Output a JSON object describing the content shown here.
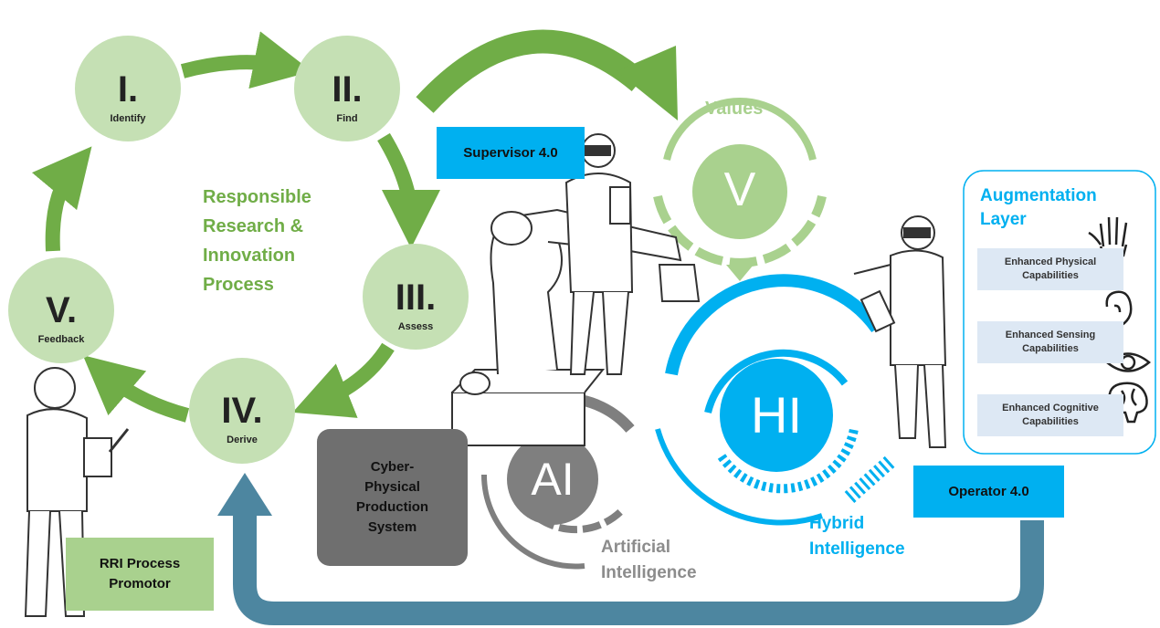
{
  "rri_steps": [
    {
      "numeral": "I.",
      "label": "Identify"
    },
    {
      "numeral": "II.",
      "label": "Find"
    },
    {
      "numeral": "III.",
      "label": "Assess"
    },
    {
      "numeral": "IV.",
      "label": "Derive"
    },
    {
      "numeral": "V.",
      "label": "Feedback"
    }
  ],
  "rri_title": {
    "line1": "Responsible",
    "line2": "Research &",
    "line3": "Innovation",
    "line4": "Process"
  },
  "roles": {
    "supervisor": "Supervisor 4.0",
    "operator": "Operator 4.0",
    "promotor_line1": "RRI Process",
    "promotor_line2": "Promotor"
  },
  "cpps": {
    "line1": "Cyber-",
    "line2": "Physical",
    "line3": "Production",
    "line4": "System"
  },
  "intelligences": {
    "values_title": "Values",
    "values_symbol": "V",
    "hi_symbol": "HI",
    "hi_line1": "Hybrid",
    "hi_line2": "Intelligence",
    "ai_symbol": "AI",
    "ai_line1": "Artificial",
    "ai_line2": "Intelligence"
  },
  "augmentation": {
    "title_line1": "Augmentation",
    "title_line2": "Layer",
    "items": [
      {
        "line1": "Enhanced Physical",
        "line2": "Capabilities",
        "icon": "hand-icon"
      },
      {
        "line1": "Enhanced Sensing",
        "line2": "Capabilities",
        "icon": "ear-icon"
      },
      {
        "line1": "Enhanced Cognitive",
        "line2": "Capabilities",
        "icon": "brain-icon"
      }
    ],
    "extra_icon": "eye-icon"
  },
  "colors": {
    "green": "#70ad47",
    "light_green": "#c5e0b4",
    "blue": "#00b0f0",
    "dark_blue": "#4d86a0",
    "grey": "#6f6f6f",
    "light_blue_box": "#dde8f4"
  }
}
